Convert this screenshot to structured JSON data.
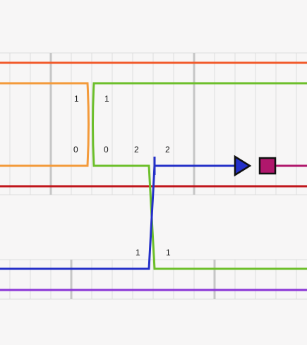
{
  "colors": {
    "orange_red": "#f15a2b",
    "orange": "#f39a3a",
    "green": "#6cbf2a",
    "red": "#c0151b",
    "blue": "#2430c8",
    "purple": "#8a35d6",
    "magenta": "#b0176c",
    "grid": "#dddddd",
    "grid_bold": "#c6c6c6"
  },
  "labels": {
    "orange_upper": "1",
    "green_upper": "1",
    "orange_lower": "0",
    "green_lower": "0",
    "green_right": "2",
    "blue_right": "2",
    "blue_lower": "1",
    "green_far_lower": "1"
  },
  "markers": {
    "arrow_icon": "blue-play-triangle",
    "square_icon": "magenta-square"
  }
}
